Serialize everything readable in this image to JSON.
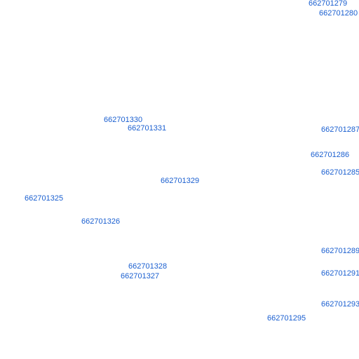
{
  "map": {
    "label_color": "#1a5fd0",
    "labels": [
      "662701279",
      "662701280",
      "662701330",
      "662701331",
      "662701287",
      "662701286",
      "662701285",
      "662701329",
      "662701325",
      "662701326",
      "662701289",
      "662701328",
      "662701327",
      "662701291",
      "662701293",
      "662701295"
    ]
  }
}
